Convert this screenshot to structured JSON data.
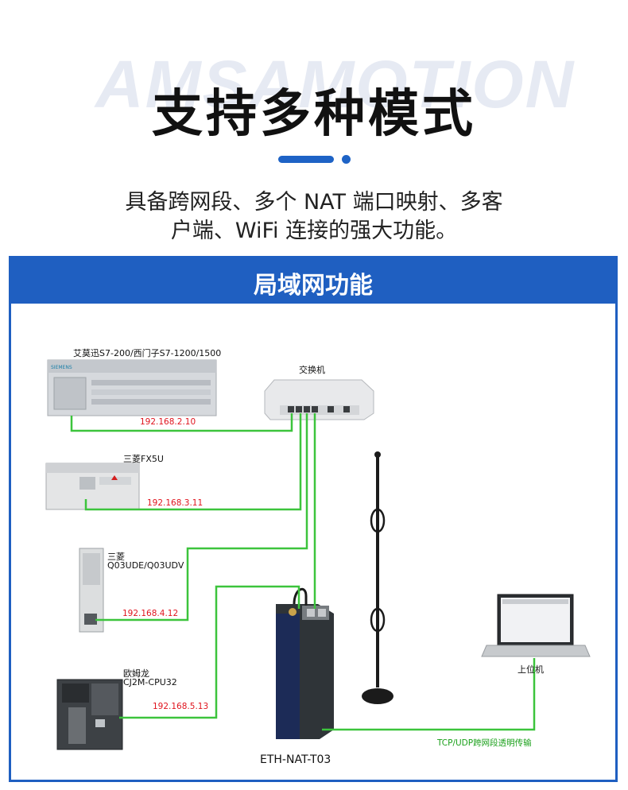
{
  "watermark": "AMSAMOTION",
  "title": "支持多种模式",
  "description": [
    "具备跨网段、多个 NAT 端口映射、多客",
    "户端、WiFi 连接的强大功能。"
  ],
  "section_title": "局域网功能",
  "devices": {
    "plc1": {
      "label": "艾莫迅S7-200/西门子S7-1200/1500",
      "ip": "192.168.2.10"
    },
    "switch": {
      "label": "交换机"
    },
    "plc2": {
      "label": "三菱FX5U",
      "ip": "192.168.3.11"
    },
    "plc3": {
      "label_line1": "三菱",
      "label_line2": "Q03UDE/Q03UDV",
      "ip": "192.168.4.12"
    },
    "plc4": {
      "label_line1": "欧姆龙",
      "label_line2": "CJ2M-CPU32",
      "ip": "192.168.5.13"
    },
    "gateway": {
      "label": "ETH-NAT-T03"
    },
    "pc": {
      "label": "上位机"
    }
  },
  "link_label": "TCP/UDP跨网段透明传输",
  "colors": {
    "accent": "#1f5fc1",
    "line": "#3cc43c",
    "ip": "#e0141e"
  }
}
